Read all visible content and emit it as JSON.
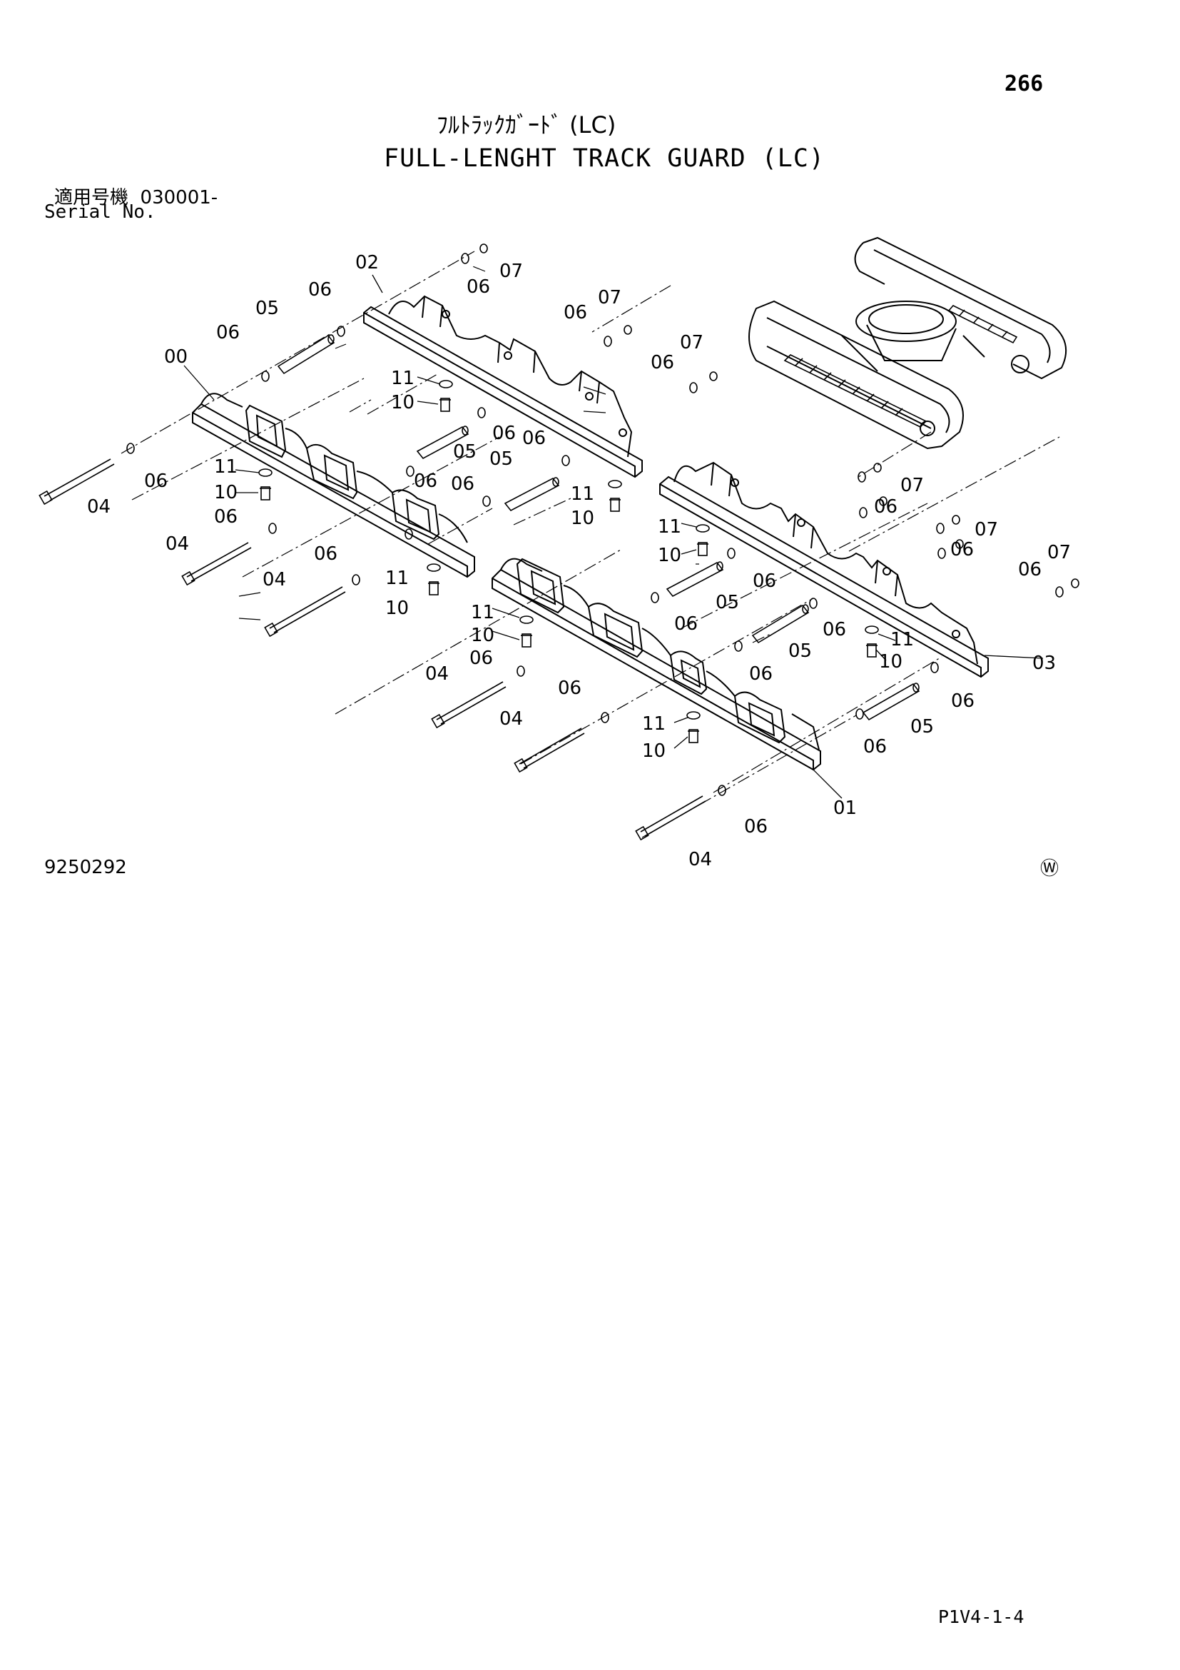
{
  "header": {
    "page_number": "266",
    "title_jp": "ﾌﾙﾄﾗｯｸｶﾞｰﾄﾞ (LC)",
    "title_en": "FULL-LENGHT TRACK GUARD (LC)",
    "serial_label_jp": "適用号機",
    "serial_value": "030001-",
    "serial_label_en": "Serial No."
  },
  "footer": {
    "drawing_number": "9250292",
    "w_mark": "Ⓦ",
    "page_code": "P1V4-1-4"
  },
  "parts": {
    "p00": "00",
    "p01": "01",
    "p02": "02",
    "p03": "03",
    "p04": "04",
    "p05": "05",
    "p06": "06",
    "p07": "07",
    "p10": "10",
    "p11": "11"
  }
}
